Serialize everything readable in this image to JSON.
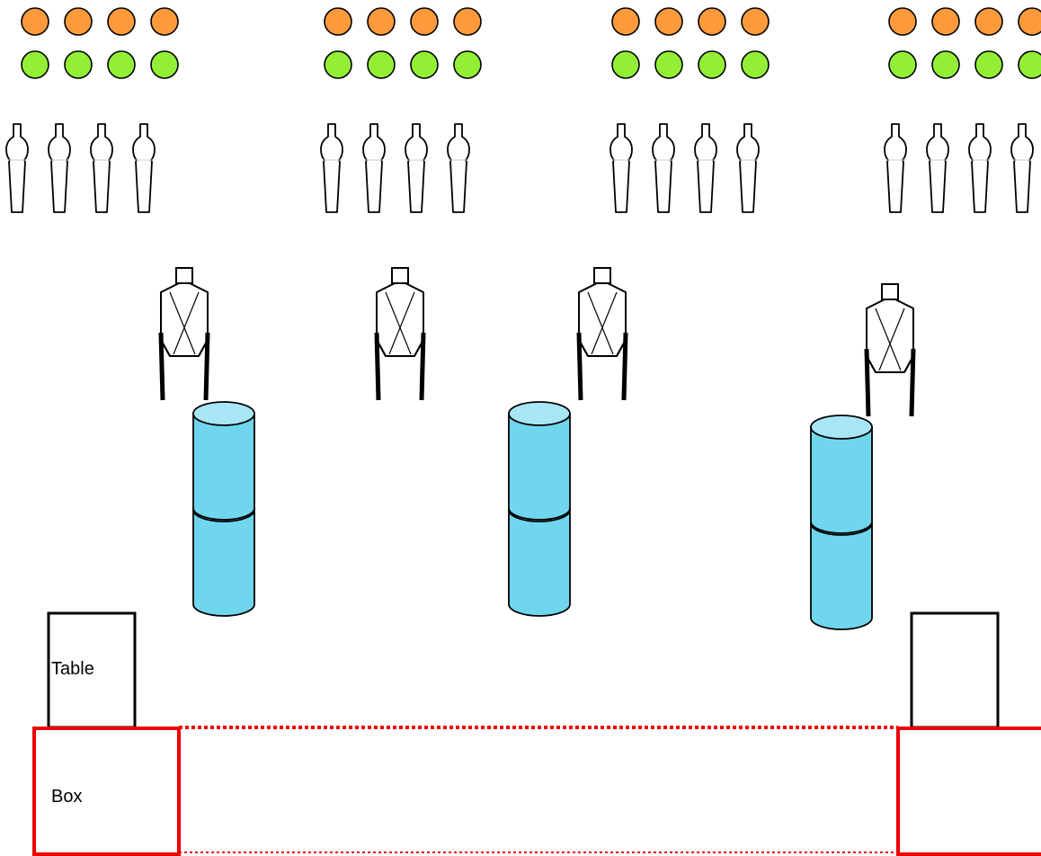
{
  "labels": {
    "table": "Table",
    "box": "Box"
  },
  "colors": {
    "orange_light": "#fd9a3c",
    "green_light": "#93ef36",
    "cylinder_body": "#6fd6ee",
    "cylinder_top": "#a8e6f6",
    "box_outline": "#ee0000",
    "line": "#000000",
    "background": "#ffffff"
  },
  "icons": {
    "light": "circle-light-icon",
    "person": "person-figure-icon",
    "machine": "hopper-machine-icon",
    "cylinder": "cylinder-drum-icon"
  },
  "counts": {
    "light_groups": 4,
    "lights_per_row": 4,
    "person_groups": 4,
    "persons_per_group": 4,
    "machines": 4,
    "cylinder_stacks": 3,
    "drums_per_stack": 2
  }
}
